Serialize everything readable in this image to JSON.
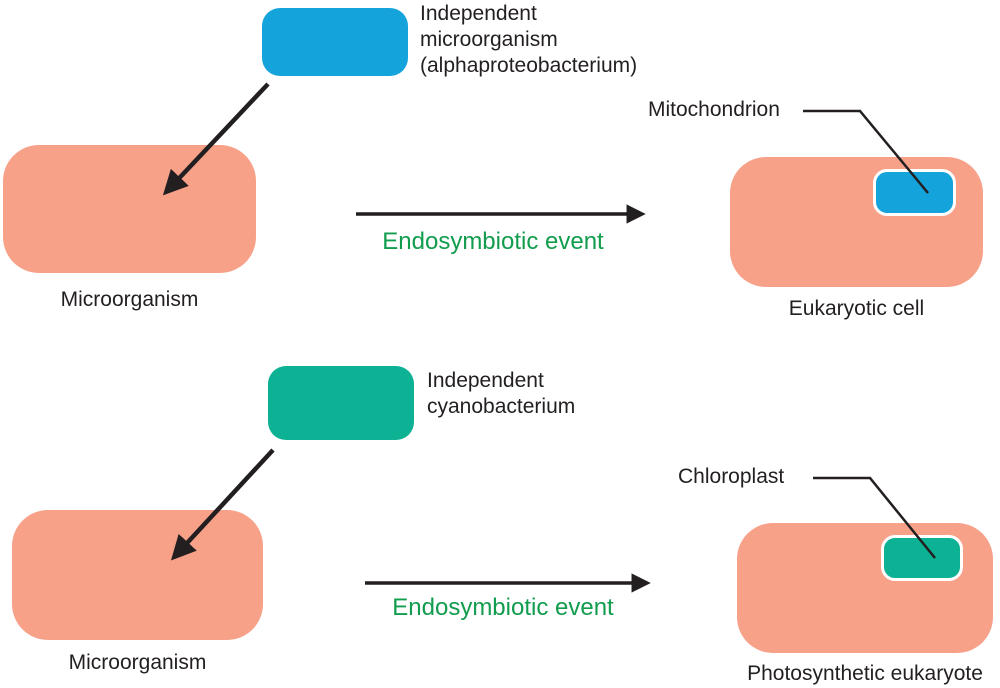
{
  "colors": {
    "bacterium_blue": "#14A3DB",
    "bacterium_teal": "#0DB194",
    "cell_salmon": "#F7A189",
    "event_text_green": "#119C4E",
    "label_text": "#231F20",
    "arrow": "#231F20",
    "organelle_border": "#FFFFFF"
  },
  "rows": [
    {
      "independent_label": "Independent\nmicroorganism\n(alphaproteobacterium)",
      "host_label": "Microorganism",
      "event_label": "Endosymbiotic event",
      "organelle_label": "Mitochondrion",
      "result_cell_label": "Eukaryotic cell"
    },
    {
      "independent_label": "Independent\ncyanobacterium",
      "host_label": "Microorganism",
      "event_label": "Endosymbiotic event",
      "organelle_label": "Chloroplast",
      "result_cell_label": "Photosynthetic eukaryote"
    }
  ]
}
